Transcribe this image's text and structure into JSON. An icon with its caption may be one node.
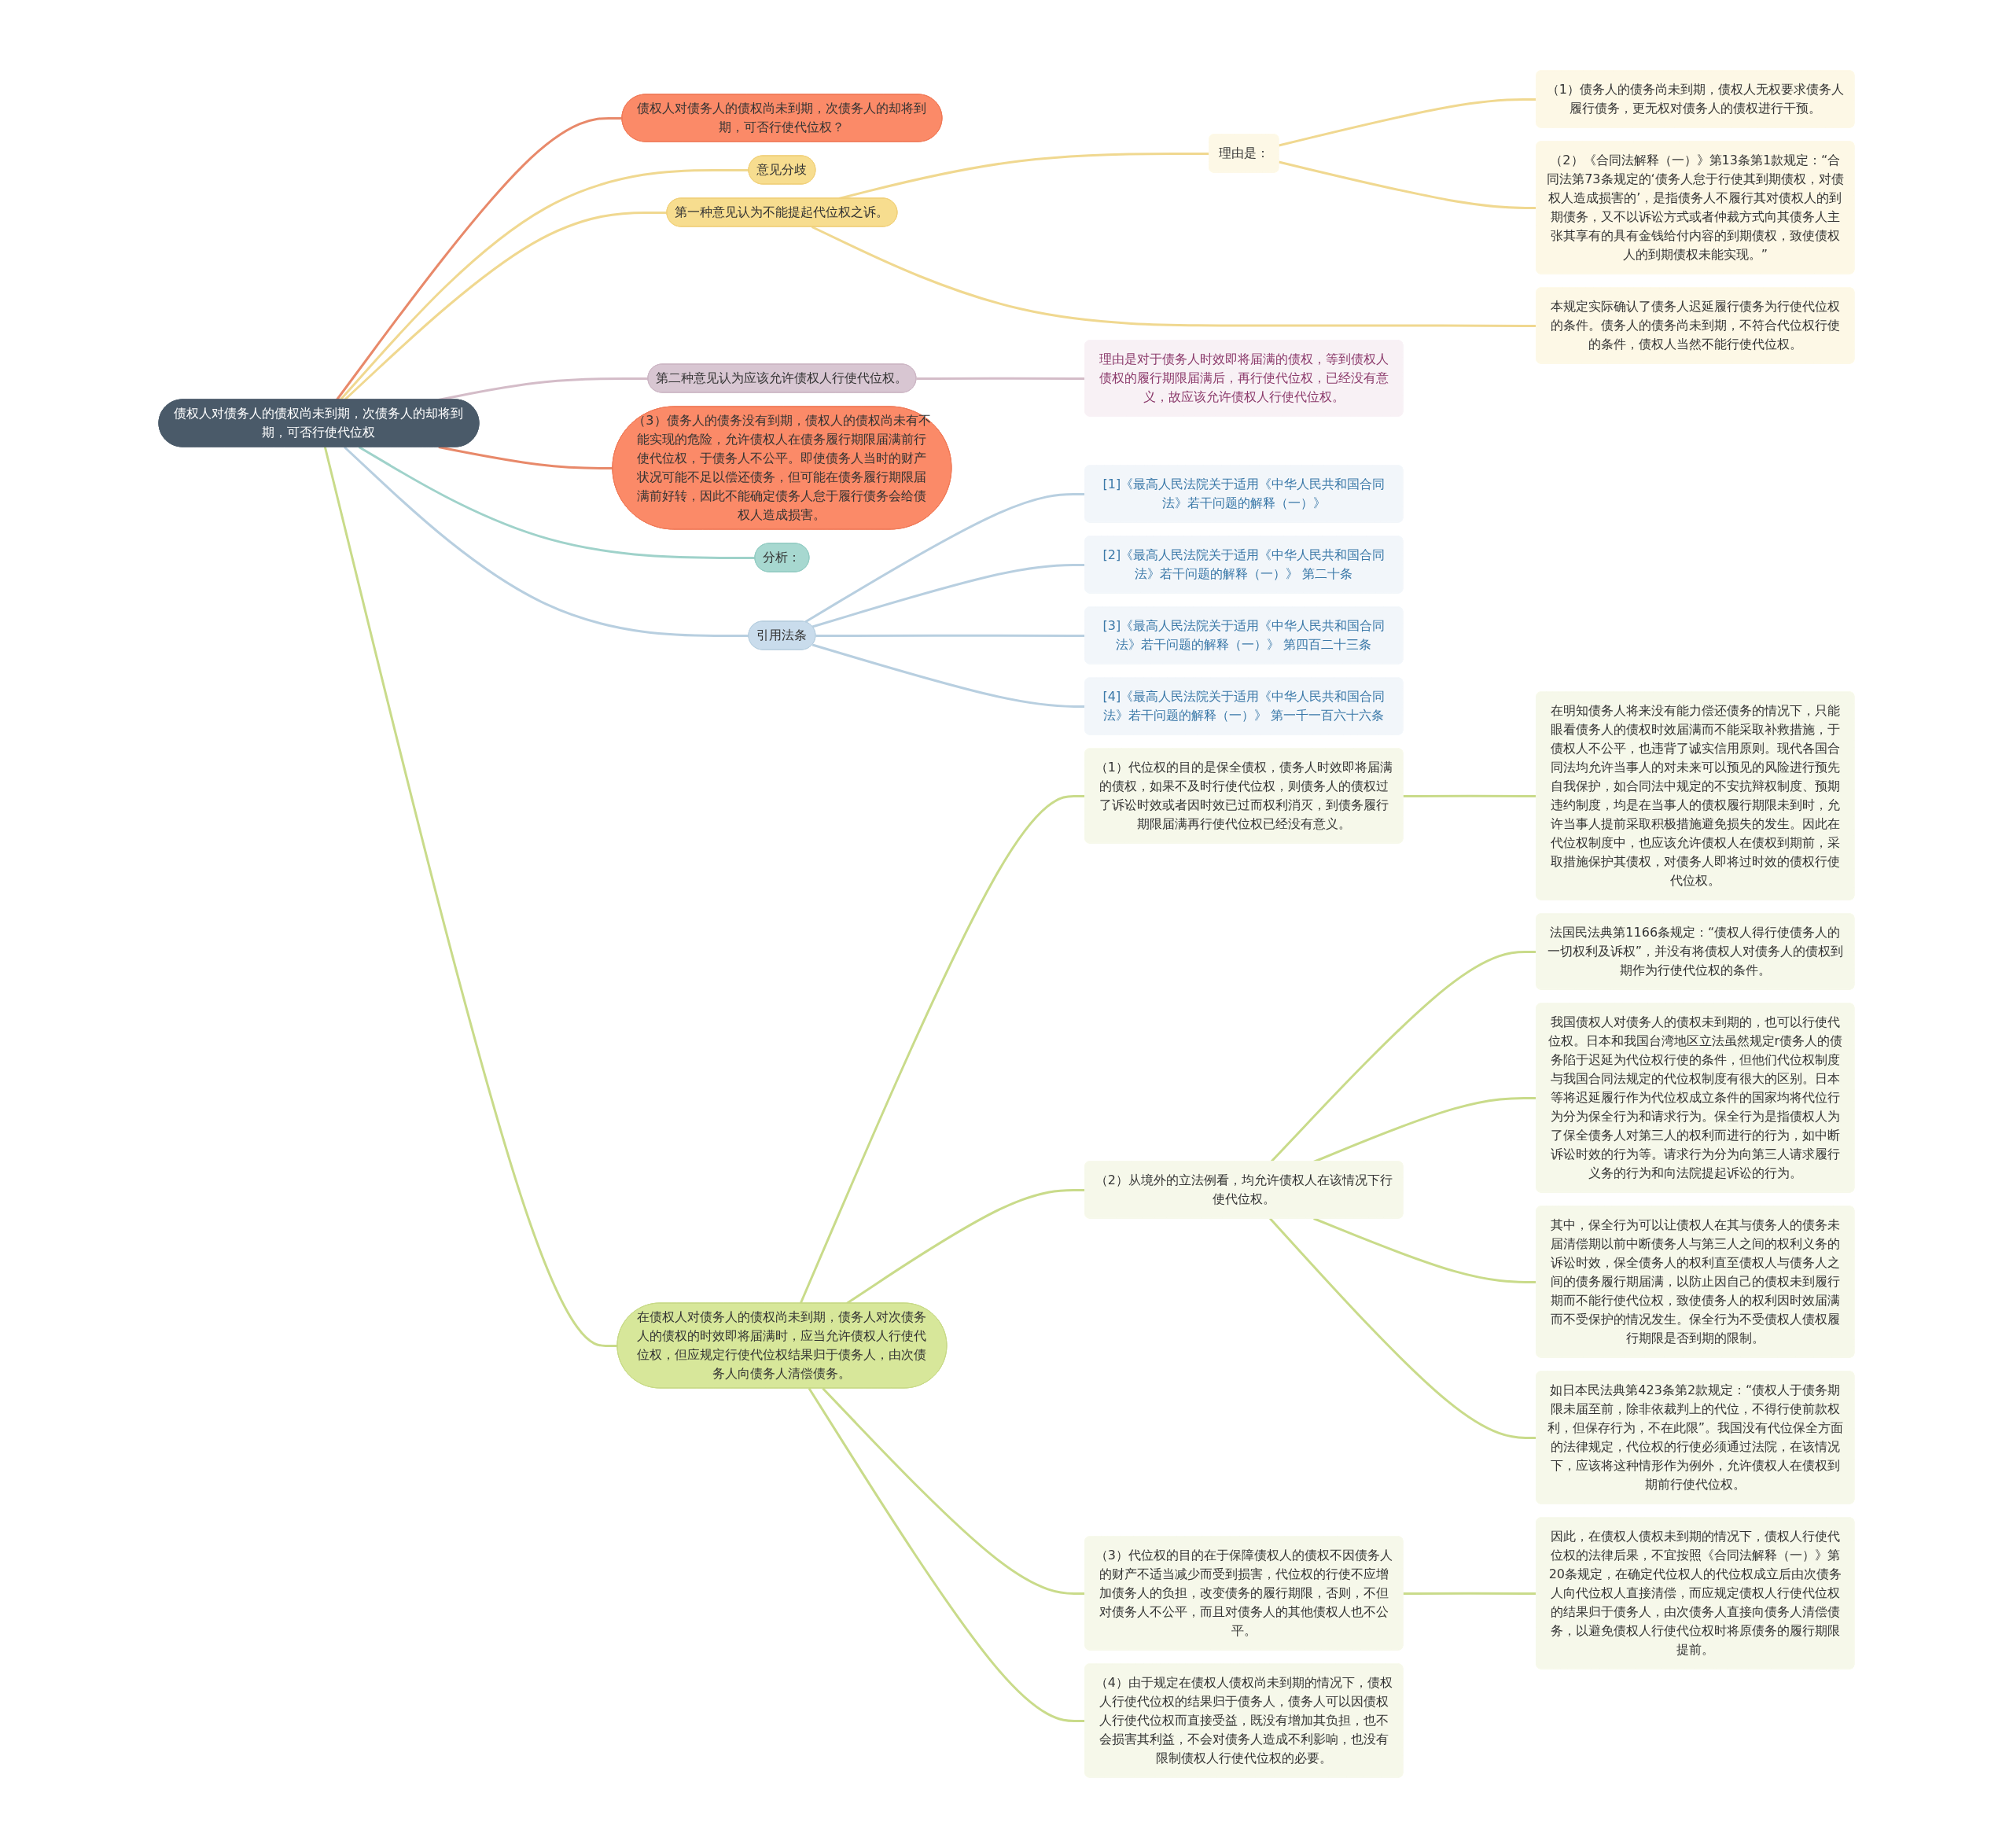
{
  "diagram": {
    "nodes": [
      {
        "text": [
          "债权人对债务人的债权尚未到期，次债务人的却将到期，可否行使代位权"
        ]
      },
      {
        "text": [
          "债权人对债务人的债权尚未到期，次债务人的却将到期，可否行使代位权？"
        ]
      },
      {
        "text": [
          "意见分歧"
        ]
      },
      {
        "text": [
          "第一种意见认为不能提起代位权之诉。"
        ]
      },
      {
        "text": [
          "理由是："
        ]
      },
      {
        "text": [
          "（1）债务人的债务尚未到期，债权人无权要求债务人履行债务，更无权对债务人的债权进行干预。"
        ]
      },
      {
        "text": [
          "（2）《合同法解释（一）》第13条第1款规定：“合同法第73条规定的‘债务人怠于行使其到期债权，对债权人造成损害的’，是指债务人不履行其对债权人的到期债务，又不以诉讼方式或者仲裁方式向其债务人主张其享有的具有金钱给付内容的到期债权，致使债权人的到期债权未能实现。”"
        ]
      },
      {
        "text": [
          "本规定实际确认了债务人迟延履行债务为行使代位权的条件。债务人的债务尚未到期，不符合代位权行使的条件，债权人当然不能行使代位权。"
        ]
      },
      {
        "text": [
          "第二种意见认为应该允许债权人行使代位权。"
        ]
      },
      {
        "text": [
          "理由是对于债务人时效即将届满的债权，等到债权人债权的履行期限届满后，再行使代位权，已经没有意义，故应该允许债权人行使代位权。"
        ]
      },
      {
        "text": [
          "（3）债务人的债务没有到期，债权人的债权尚未有不能实现的危险，允许债权人在债务履行期限届满前行使代位权，于债务人不公平。即使债务人当时的财产状况可能不足以偿还债务，但可能在债务履行期限届满前好转，因此不能确定债务人怠于履行债务会给债权人造成损害。"
        ]
      },
      {
        "text": [
          "分析："
        ]
      },
      {
        "text": [
          "引用法条"
        ]
      },
      {
        "text": [
          "[1]《最高人民法院关于适用《中华人民共和国合同法》若干问题的解释（一）》"
        ]
      },
      {
        "text": [
          "[2]《最高人民法院关于适用《中华人民共和国合同法》若干问题的解释（一）》 第二十条"
        ]
      },
      {
        "text": [
          "[3]《最高人民法院关于适用《中华人民共和国合同法》若干问题的解释（一）》 第四百二十三条"
        ]
      },
      {
        "text": [
          "[4]《最高人民法院关于适用《中华人民共和国合同法》若干问题的解释（一）》 第一千一百六十六条"
        ]
      },
      {
        "text": [
          "在债权人对债务人的债权尚未到期，债务人对次债务人的债权的时效即将届满时，应当允许债权人行使代位权，但应规定行使代位权结果归于债务人，由次债务人向债务人清偿债务。"
        ]
      },
      {
        "text": [
          "（1）代位权的目的是保全债权，债务人时效即将届满的债权，如果不及时行使代位权，则债务人的债权过了诉讼时效或者因时效已过而权利消灭，到债务履行期限届满再行使代位权已经没有意义。"
        ]
      },
      {
        "text": [
          "在明知债务人将来没有能力偿还债务的情况下，只能眼看债务人的债权时效届满而不能采取补救措施，于债权人不公平，也违背了诚实信用原则。现代各国合同法均允许当事人的对未来可以预见的风险进行预先自我保护，如合同法中规定的不安抗辩权制度、预期违约制度，均是在当事人的债权履行期限未到时，允许当事人提前采取积极措施避免损失的发生。因此在代位权制度中，也应该允许债权人在债权到期前，采取措施保护其债权，对债务人即将过时效的债权行使代位权。"
        ]
      },
      {
        "text": [
          "（2）从境外的立法例看，均允许债权人在该情况下行使代位权。"
        ]
      },
      {
        "text": [
          "法国民法典第1166条规定：“债权人得行使债务人的一切权利及诉权”，并没有将债权人对债务人的债权到期作为行使代位权的条件。"
        ]
      },
      {
        "text": [
          "我国债权人对债务人的债权未到期的，也可以行使代位权。日本和我国台湾地区立法虽然规定r债务人的债务陷于迟延为代位权行使的条件，但他们代位权制度与我国合同法规定的代位权制度有很大的区别。日本等将迟延履行作为代位权成立条件的国家均将代位行为分为保全行为和请求行为。保全行为是指债权人为了保全债务人对第三人的权利而进行的行为，如中断诉讼时效的行为等。请求行为分为向第三人请求履行义务的行为和向法院提起诉讼的行为。"
        ]
      },
      {
        "text": [
          "其中，保全行为可以让债权人在其与债务人的债务未届清偿期以前中断债务人与第三人之间的权利义务的诉讼时效，保全债务人的权利直至债权人与债务人之间的债务履行期届满，以防止因自己的债权未到履行期而不能行使代位权，致使债务人的权利因时效届满而不受保护的情况发生。保全行为不受债权人债权履行期限是否到期的限制。"
        ]
      },
      {
        "text": [
          "如日本民法典第423条第2款规定：“债权人于债务期限未届至前，除非依裁判上的代位，不得行使前款权利，但保存行为，不在此限”。我国没有代位保全方面的法律规定，代位权的行使必须通过法院，在该情况下，应该将这种情形作为例外，允许债权人在债权到期前行使代位权。"
        ]
      },
      {
        "text": [
          "（3）代位权的目的在于保障债权人的债权不因债务人的财产不适当减少而受到损害，代位权的行使不应增加债务人的负担，改变债务的履行期限，否则，不但对债务人不公平，而且对债务人的其他债权人也不公平。"
        ]
      },
      {
        "text": [
          "因此，在债权人债权未到期的情况下，债权人行使代位权的法律后果，不宜按照《合同法解释（一）》第20条规定，在确定代位权人的代位权成立后由次债务人向代位权人直接清偿，而应规定债权人行使代位权的结果归于债务人，由次债务人直接向债务人清偿债务，以避免债权人行使代位权时将原债务的履行期限提前。"
        ]
      },
      {
        "text": [
          "（4）由于规定在债权人债权尚未到期的情况下，债权人行使代位权的结果归于债务人，债务人可以因债权人行使代位权而直接受益，既没有增加其负担，也不会损害其利益，不会对债务人造成不利影响，也没有限制债权人行使代位权的必要。"
        ]
      }
    ],
    "edges": [
      {
        "from": 0,
        "to": 1,
        "arrow": "none",
        "color": "#e8896a"
      },
      {
        "from": 0,
        "to": 2,
        "arrow": "none",
        "color": "#f0d890"
      },
      {
        "from": 0,
        "to": 3,
        "arrow": "none",
        "color": "#f0d890"
      },
      {
        "from": 3,
        "to": 4,
        "arrow": "none",
        "color": "#f0d890"
      },
      {
        "from": 4,
        "to": 5,
        "arrow": "none",
        "color": "#f0d890"
      },
      {
        "from": 4,
        "to": 6,
        "arrow": "none",
        "color": "#f0d890"
      },
      {
        "from": 3,
        "to": 7,
        "arrow": "none",
        "color": "#f0d890"
      },
      {
        "from": 0,
        "to": 8,
        "arrow": "none",
        "color": "#d4bcc8"
      },
      {
        "from": 8,
        "to": 9,
        "arrow": "none",
        "color": "#d4bcc8"
      },
      {
        "from": 0,
        "to": 10,
        "arrow": "none",
        "color": "#e8896a"
      },
      {
        "from": 0,
        "to": 11,
        "arrow": "none",
        "color": "#9fd2ca"
      },
      {
        "from": 0,
        "to": 12,
        "arrow": "none",
        "color": "#b8cfe0"
      },
      {
        "from": 12,
        "to": 13,
        "arrow": "none",
        "color": "#b8cfe0"
      },
      {
        "from": 12,
        "to": 14,
        "arrow": "none",
        "color": "#b8cfe0"
      },
      {
        "from": 12,
        "to": 15,
        "arrow": "none",
        "color": "#b8cfe0"
      },
      {
        "from": 12,
        "to": 16,
        "arrow": "none",
        "color": "#b8cfe0"
      },
      {
        "from": 0,
        "to": 17,
        "arrow": "none"
      },
      {
        "from": 17,
        "to": 18,
        "arrow": "none"
      },
      {
        "from": 18,
        "to": 19,
        "arrow": "none"
      },
      {
        "from": 17,
        "to": 20,
        "arrow": "none"
      },
      {
        "from": 20,
        "to": 21,
        "arrow": "none"
      },
      {
        "from": 20,
        "to": 22,
        "arrow": "none"
      },
      {
        "from": 20,
        "to": 23,
        "arrow": "none"
      },
      {
        "from": 20,
        "to": 24,
        "arrow": "none"
      },
      {
        "from": 17,
        "to": 25,
        "arrow": "none"
      },
      {
        "from": 25,
        "to": 26,
        "arrow": "none"
      },
      {
        "from": 17,
        "to": 27,
        "arrow": "none"
      }
    ]
  }
}
